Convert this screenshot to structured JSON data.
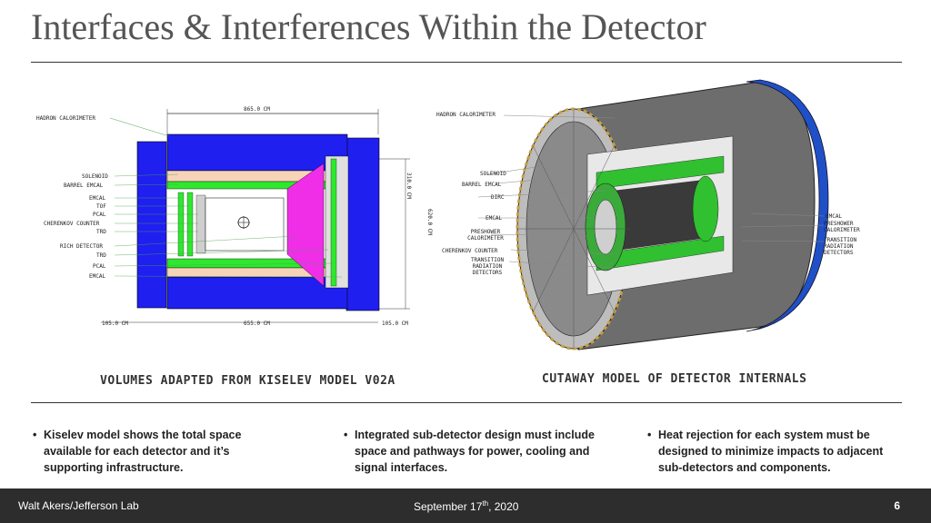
{
  "slide": {
    "title": "Interfaces & Interferences Within the Detector"
  },
  "left_figure": {
    "caption": "VOLUMES ADAPTED FROM KISELEV MODEL V02A",
    "labels": [
      "HADRON CALORIMETER",
      "SOLENOID",
      "BARREL EMCAL",
      "EMCAL",
      "TOF",
      "PCAL",
      "CHERENKOV COUNTER",
      "TRD",
      "RICH DETECTOR",
      "TRD",
      "PCAL",
      "EMCAL"
    ],
    "dim_top": "865.0 CM",
    "dim_right_1": "310.0 CM",
    "dim_right_2": "620.0 CM",
    "dim_bottom_left": "105.0 CM",
    "dim_bottom_mid": "655.0 CM",
    "dim_bottom_right": "105.0 CM"
  },
  "right_figure": {
    "caption": "CUTAWAY MODEL OF DETECTOR INTERNALS",
    "labels_left": [
      "HADRON CALORIMETER",
      "SOLENOID",
      "BARREL EMCAL",
      "DIRC",
      "EMCAL",
      "PRESHOWER CALORIMETER",
      "CHERENKOV COUNTER",
      "TRANSITION RADIATION DETECTORS"
    ],
    "labels_right": [
      "EMCAL",
      "PRESHOWER CALORIMETER",
      "TRANSITION RADIATION DETECTORS"
    ]
  },
  "bullets": [
    "Kiselev model shows the total space available for each detector and it’s supporting infrastructure.",
    "Integrated sub-detector design must include space and pathways for power, cooling and signal interfaces.",
    "Heat rejection for each system must be designed to minimize impacts to adjacent sub-detectors and components."
  ],
  "footer": {
    "author": "Walt Akers/Jefferson Lab",
    "date_prefix": "September 17",
    "date_sup": "th",
    "date_suffix": ", 2020",
    "page": "6"
  }
}
